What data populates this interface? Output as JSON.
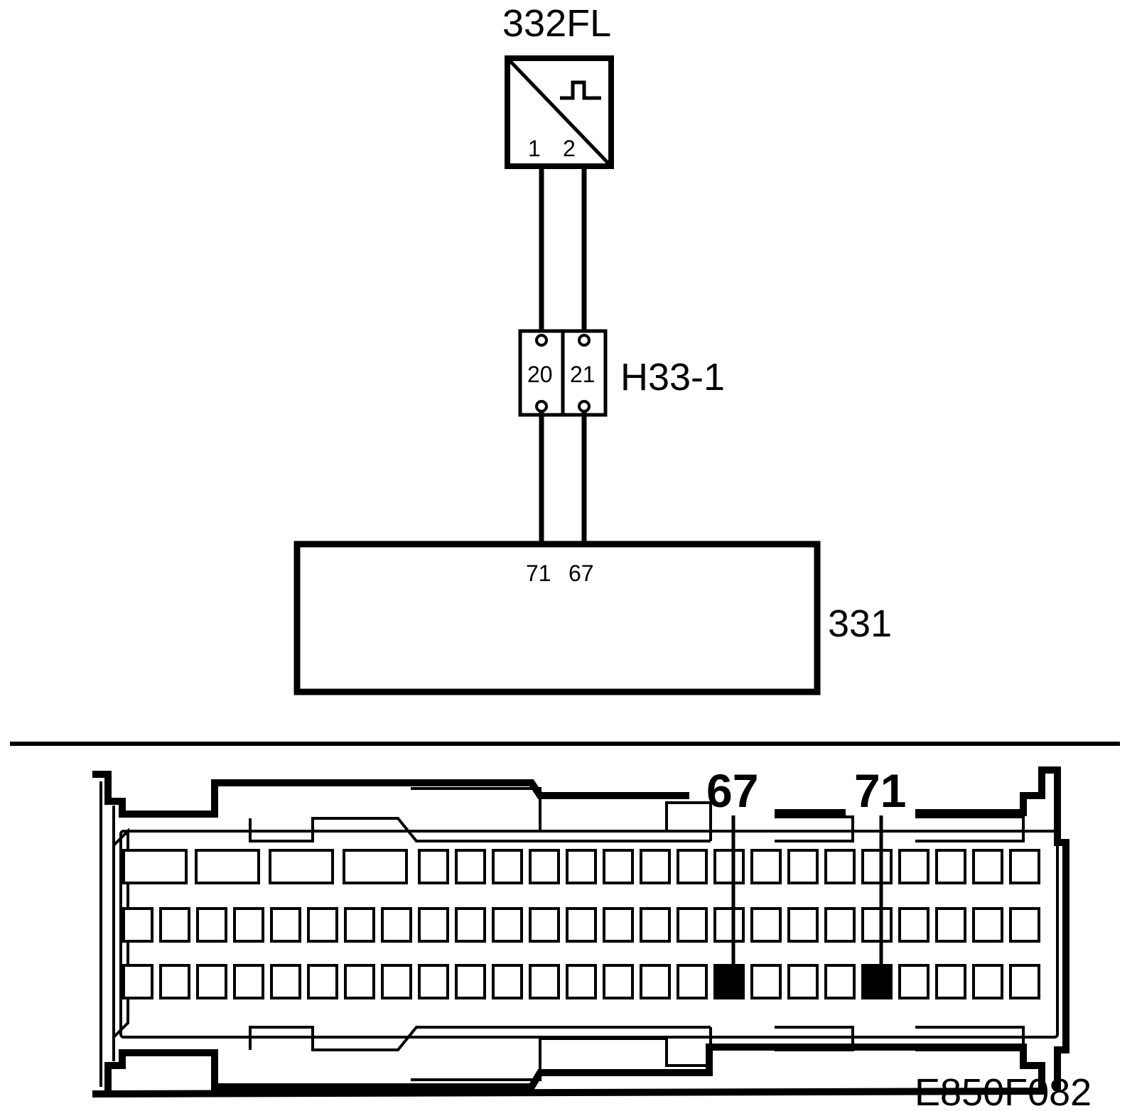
{
  "sensor": {
    "label": "332FL",
    "pin1": "1",
    "pin2": "2"
  },
  "connector": {
    "label": "H33-1",
    "pin_a": "20",
    "pin_b": "21"
  },
  "control_unit": {
    "label": "331",
    "pin_a": "71",
    "pin_b": "67"
  },
  "connector_face": {
    "rows": 3,
    "highlighted_pins": [
      {
        "label": "67",
        "row": 3,
        "column": 17
      },
      {
        "label": "71",
        "row": 3,
        "column": 21
      }
    ]
  },
  "figure_id": "E850F082"
}
